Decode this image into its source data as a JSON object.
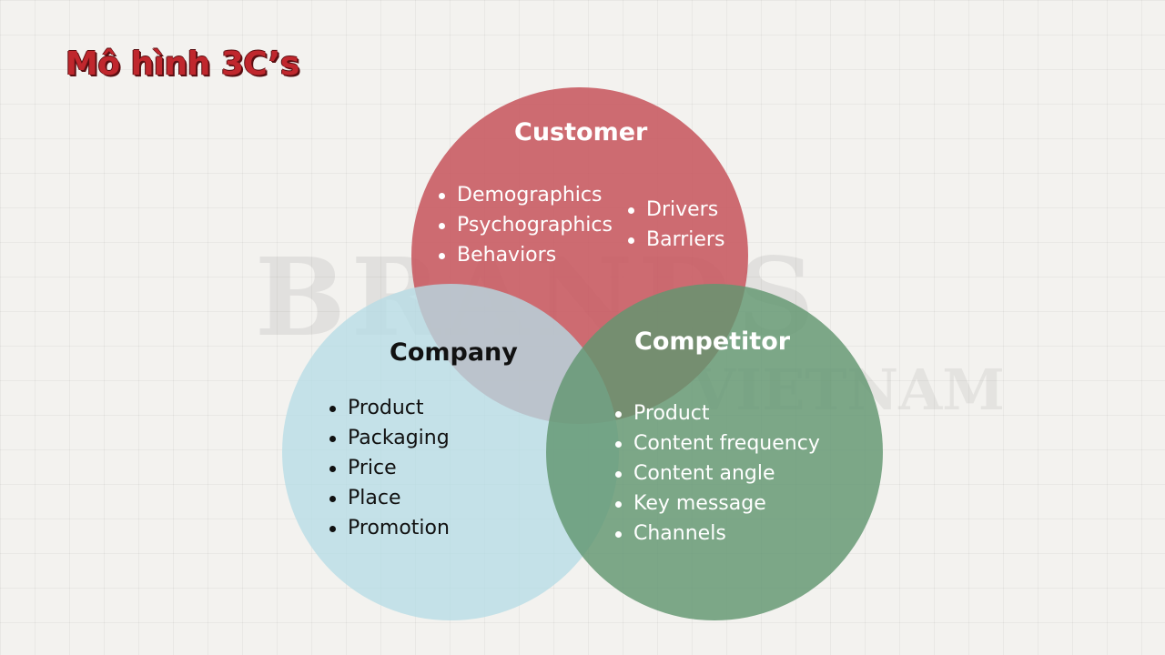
{
  "title": "Mô hình 3C’s",
  "watermark": {
    "main": "BRANDS",
    "sub": "VIETNAM"
  },
  "colors": {
    "title": "#c0272d",
    "customer": "#c75860",
    "company": "#b6dde6",
    "competitor": "#629670"
  },
  "customer": {
    "heading": "Customer",
    "items_left": [
      "Demographics",
      "Psychographics",
      "Behaviors"
    ],
    "items_right": [
      "Drivers",
      "Barriers"
    ]
  },
  "company": {
    "heading": "Company",
    "items": [
      "Product",
      "Packaging",
      "Price",
      "Place",
      "Promotion"
    ]
  },
  "competitor": {
    "heading": "Competitor",
    "items": [
      "Product",
      "Content frequency",
      "Content angle",
      "Key message",
      "Channels"
    ]
  }
}
